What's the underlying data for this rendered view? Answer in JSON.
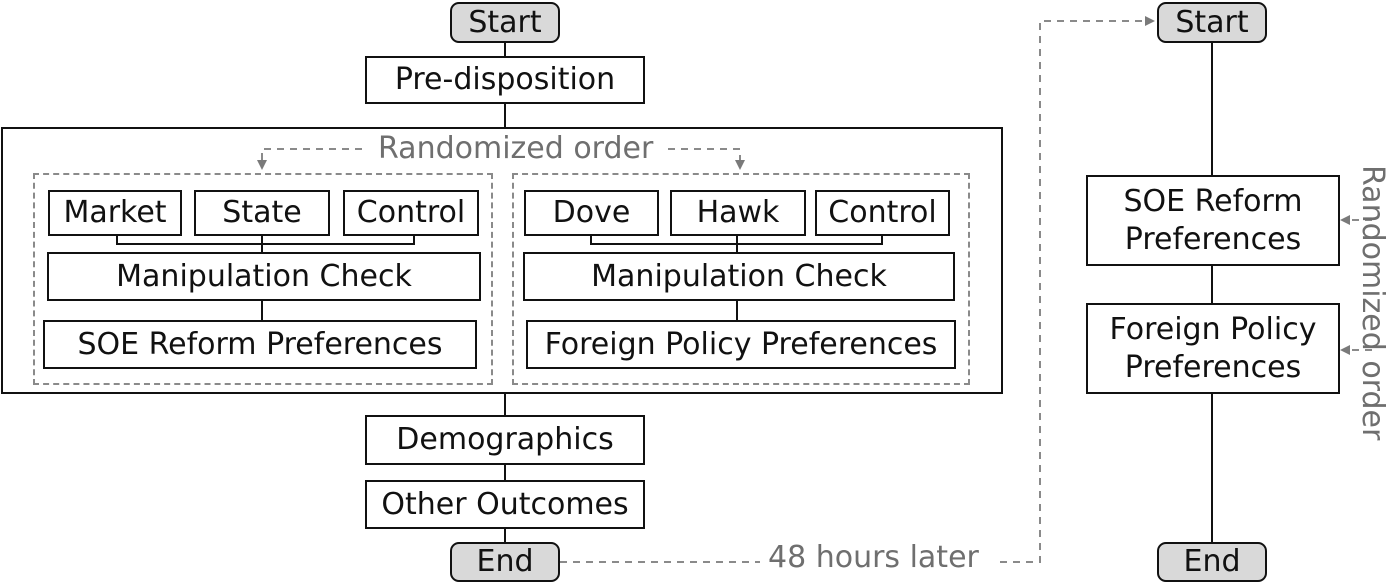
{
  "left_flow": {
    "start": "Start",
    "predisposition": "Pre-disposition",
    "randomized_label": "Randomized order",
    "soe_block": {
      "arms": [
        "Market",
        "State",
        "Control"
      ],
      "manipulation_check": "Manipulation Check",
      "outcome": "SOE Reform Preferences"
    },
    "fp_block": {
      "arms": [
        "Dove",
        "Hawk",
        "Control"
      ],
      "manipulation_check": "Manipulation Check",
      "outcome": "Foreign Policy Preferences"
    },
    "demographics": "Demographics",
    "other_outcomes": "Other Outcomes",
    "end": "End"
  },
  "gap_label": "48 hours later",
  "right_flow": {
    "start": "Start",
    "soe": "SOE Reform\nPreferences",
    "fp": "Foreign Policy\nPreferences",
    "randomized_label": "Randomized order",
    "end": "End"
  },
  "colors": {
    "line": "#111111",
    "dashed": "#8a8a8a",
    "terminal_fill": "#d9d9d9",
    "muted_text": "#6f6f6f"
  }
}
